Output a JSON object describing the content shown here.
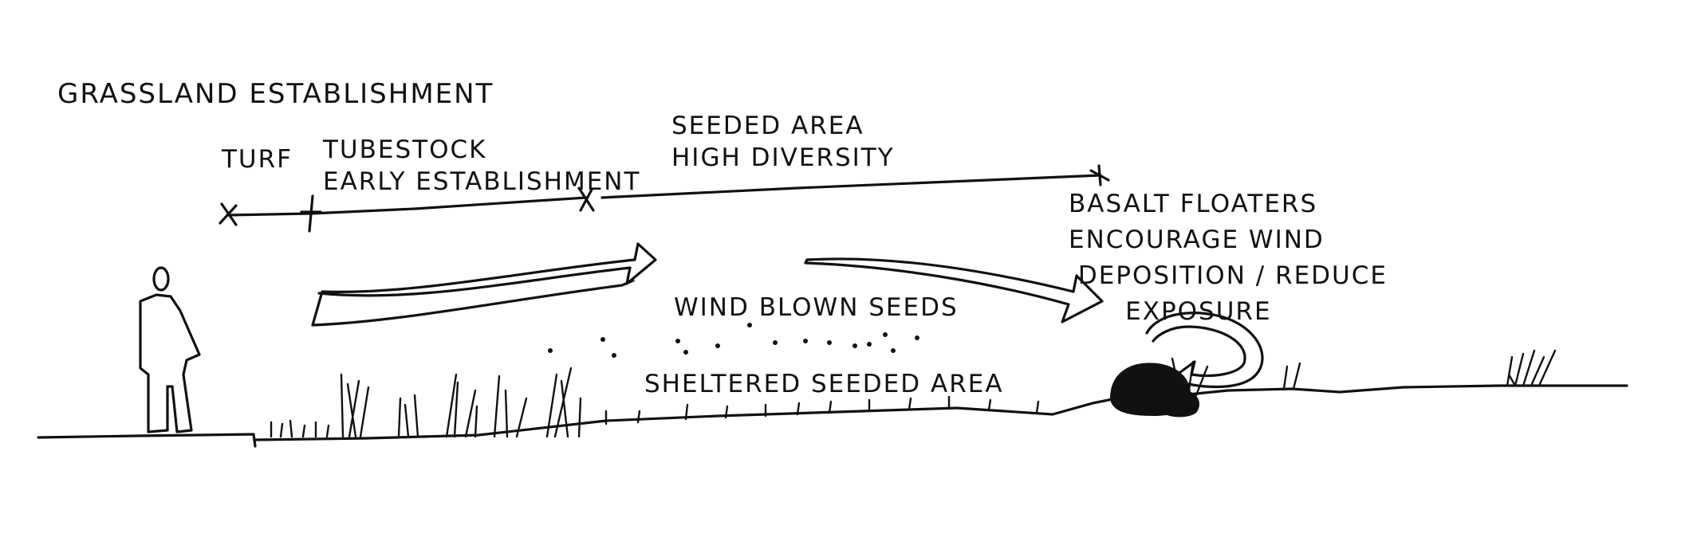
{
  "title": "GRASSLAND ESTABLISHMENT",
  "zones": [
    {
      "id": "turf",
      "label": "TURF"
    },
    {
      "id": "tubestock",
      "label": "TUBESTOCK\nEARLY ESTABLISHMENT"
    },
    {
      "id": "seeded",
      "label": "SEEDED AREA\nHIGH DIVERSITY"
    }
  ],
  "annotations": {
    "wind_blown_seeds": "WIND BLOWN SEEDS",
    "sheltered_seeded_area": "SHELTERED SEEDED AREA",
    "basalt_floaters": "BASALT FLOATERS\nENCOURAGE WIND\n DEPOSITION / REDUCE\n      EXPOSURE"
  },
  "ink_color": "#111111"
}
